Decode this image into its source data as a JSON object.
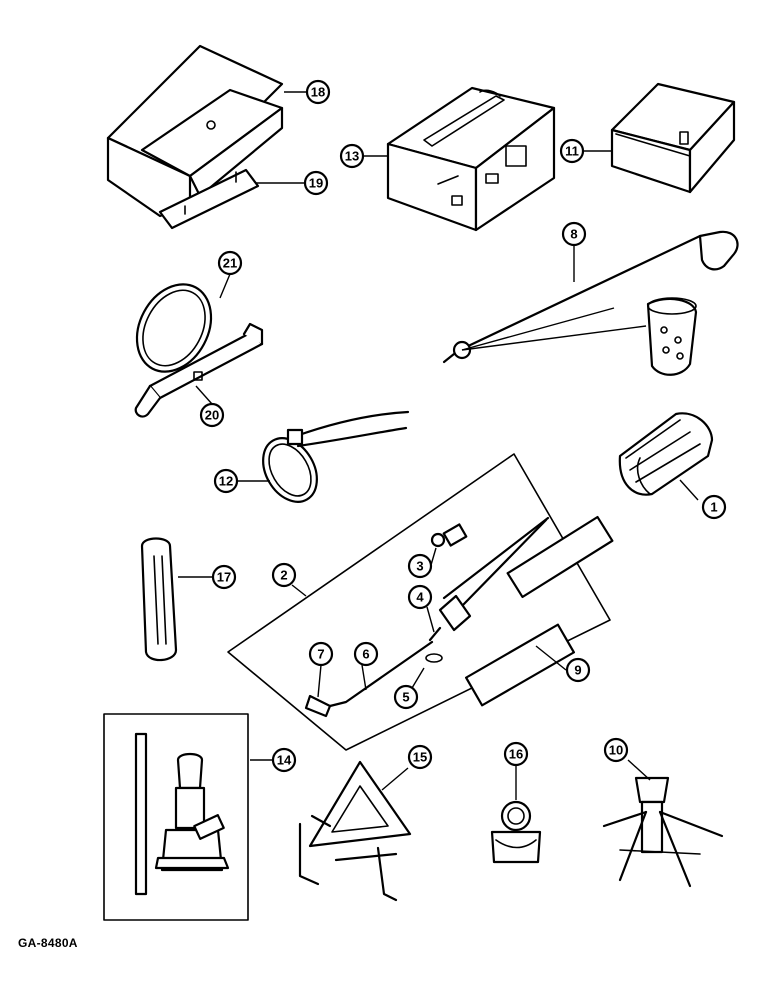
{
  "drawing_number": "GA-8480A",
  "callouts": [
    {
      "id": "c1",
      "label": "1"
    },
    {
      "id": "c2",
      "label": "2"
    },
    {
      "id": "c3",
      "label": "3"
    },
    {
      "id": "c4",
      "label": "4"
    },
    {
      "id": "c5",
      "label": "5"
    },
    {
      "id": "c6",
      "label": "6"
    },
    {
      "id": "c7",
      "label": "7"
    },
    {
      "id": "c8",
      "label": "8"
    },
    {
      "id": "c9",
      "label": "9"
    },
    {
      "id": "c10",
      "label": "10"
    },
    {
      "id": "c11",
      "label": "11"
    },
    {
      "id": "c12",
      "label": "12"
    },
    {
      "id": "c13",
      "label": "13"
    },
    {
      "id": "c14",
      "label": "14"
    },
    {
      "id": "c15",
      "label": "15"
    },
    {
      "id": "c16",
      "label": "16"
    },
    {
      "id": "c17",
      "label": "17"
    },
    {
      "id": "c18",
      "label": "18"
    },
    {
      "id": "c19",
      "label": "19"
    },
    {
      "id": "c20",
      "label": "20"
    },
    {
      "id": "c21",
      "label": "21"
    }
  ]
}
